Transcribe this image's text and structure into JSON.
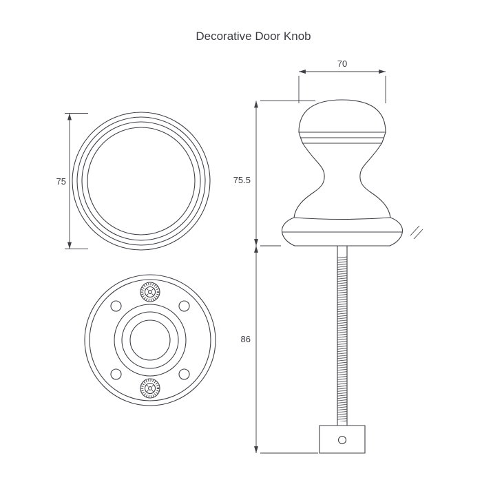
{
  "title": "Decorative Door Knob",
  "dimensions": {
    "front_diameter": "75",
    "knob_diameter": "70",
    "knob_height": "75.5",
    "spindle_length": "86"
  },
  "colors": {
    "line": "#3f3f46",
    "text": "#3a3a42",
    "background": "#ffffff"
  }
}
